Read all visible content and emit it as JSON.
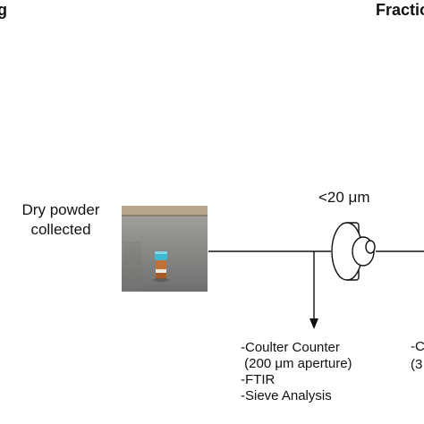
{
  "headers": {
    "left_partial": "g",
    "right_partial": "Fraction"
  },
  "source": {
    "label_line1": "Dry powder",
    "label_line2": "collected",
    "photo_name": "sample-vials-photo"
  },
  "fractionation": {
    "size_label": "<20 μm",
    "device_icon": "cyclone-separator-icon"
  },
  "analyses": {
    "items": [
      "-Coulter Counter",
      " (200 μm aperture)",
      "-FTIR",
      "-Sieve Analysis"
    ]
  },
  "right_partial": {
    "line1": "-C",
    "line2": "(3"
  },
  "colors": {
    "line": "#111111",
    "vial_cap": "#3fb8d0",
    "vial_body": "#c0713a",
    "floor": "#8e8e8e"
  }
}
